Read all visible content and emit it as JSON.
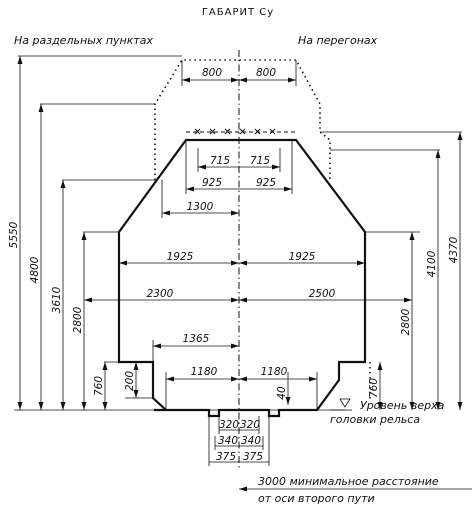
{
  "title": "ГАБАРИТ Су",
  "labels": {
    "left_note": "На раздельных пунктах",
    "right_note": "На перегонах",
    "rail_level": "Уровень верха",
    "rail_level_2": "головки рельса",
    "track_distance": "3000 минимальное расстояние",
    "track_distance_2": "от оси второго пути"
  },
  "horizontal_dims": {
    "d800_left": "800",
    "d800_right": "800",
    "d715_left": "715",
    "d715_right": "715",
    "d925_left": "925",
    "d925_right": "925",
    "d1300": "1300",
    "d1925_left": "1925",
    "d1925_right": "1925",
    "d2300": "2300",
    "d2500": "2500",
    "d1365": "1365",
    "d1180_left": "1180",
    "d1180_right": "1180",
    "d320_left": "320",
    "d320_right": "320",
    "d340_left": "340",
    "d340_right": "340",
    "d375_left": "375",
    "d375_right": "375"
  },
  "vertical_dims": {
    "d5550": "5550",
    "d4800": "4800",
    "d3610": "3610",
    "d2800_left": "2800",
    "d760_left": "760",
    "d200": "200",
    "d40": "40",
    "d4370": "4370",
    "d4100": "4100",
    "d2800_right": "2800",
    "d760_right": "760"
  }
}
